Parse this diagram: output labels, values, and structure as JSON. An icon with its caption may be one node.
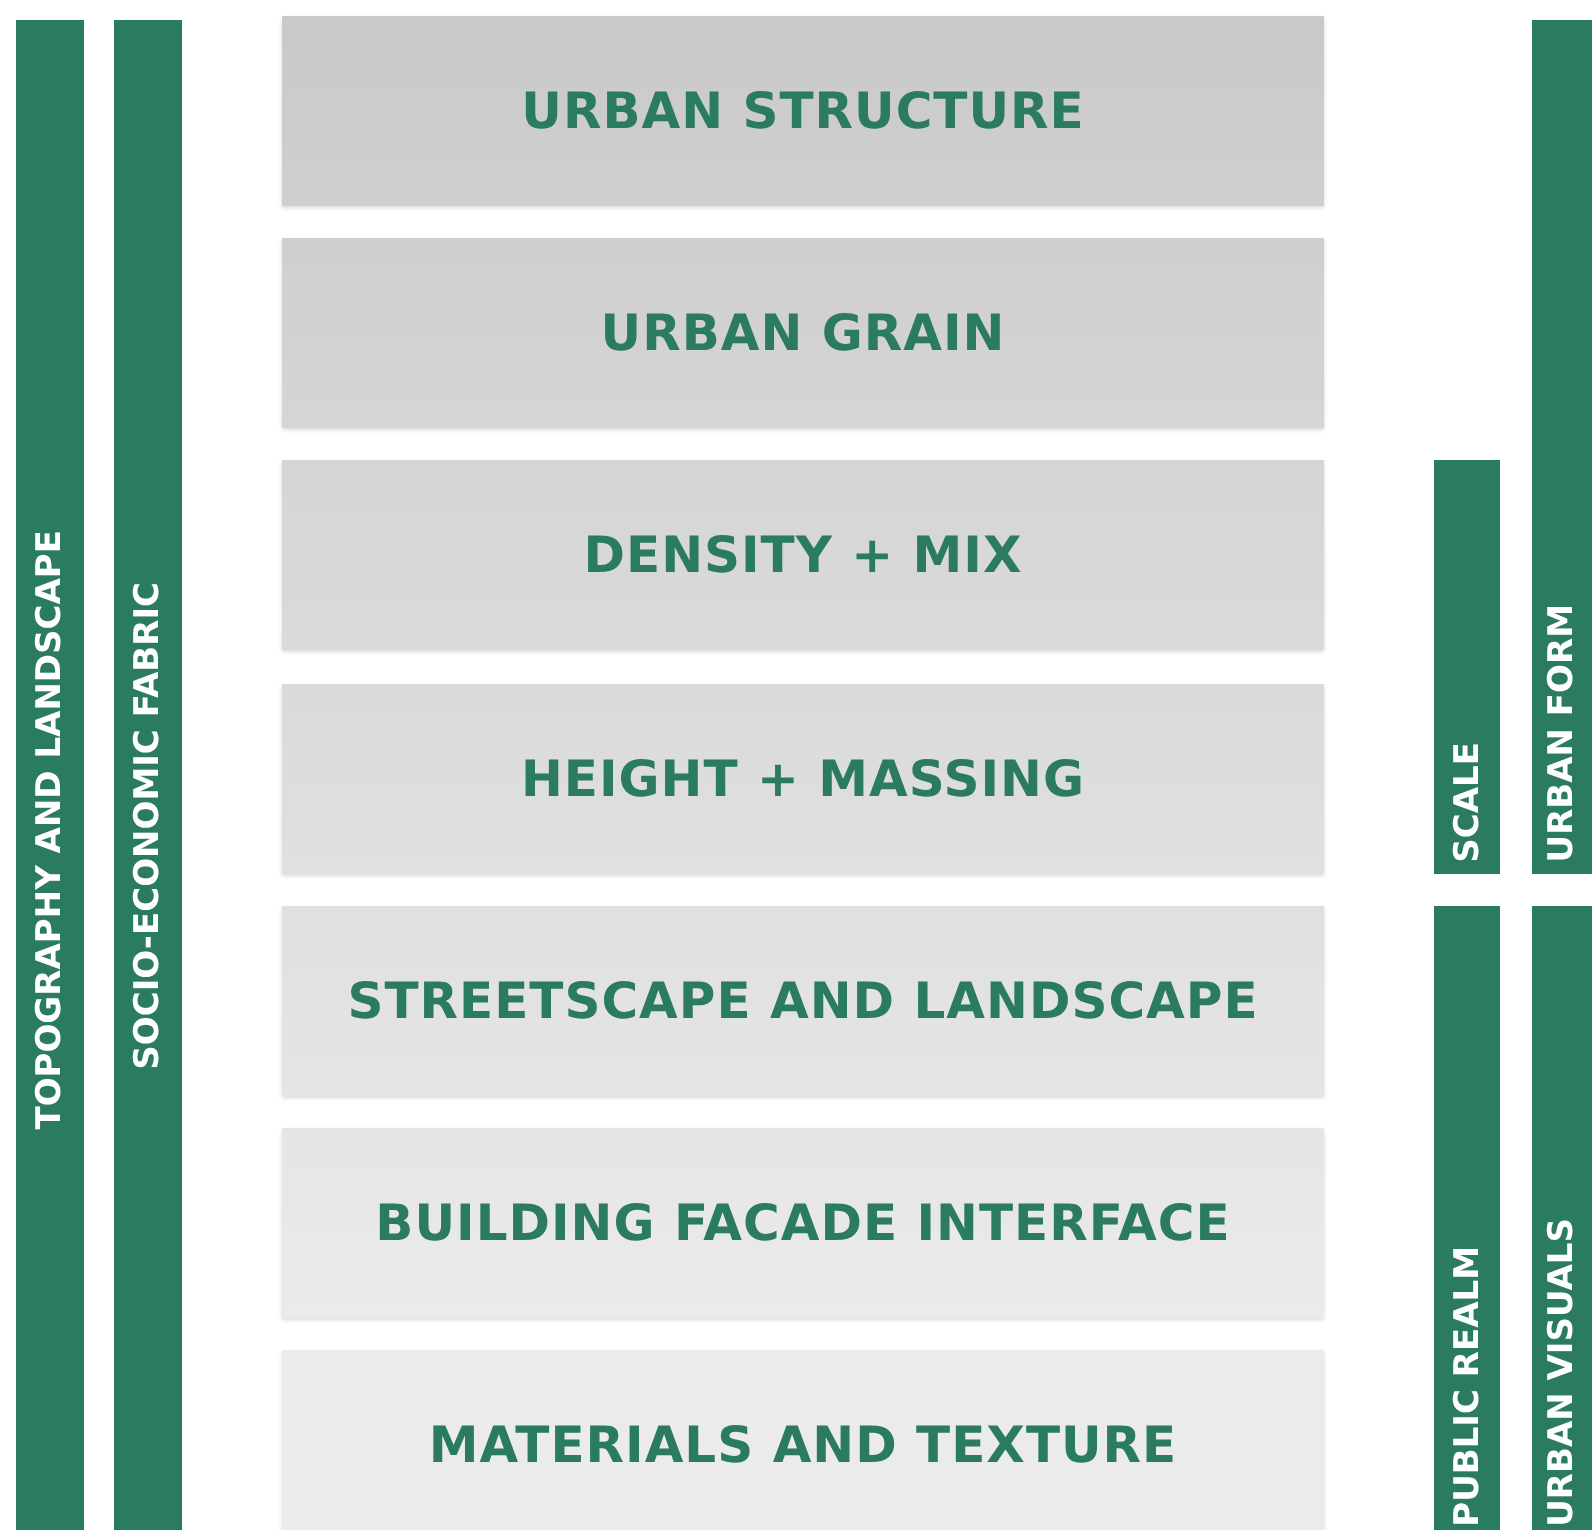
{
  "diagram": {
    "nodes": [
      {
        "text": [
          "TOPOGRAPHY AND LANDSCAPE"
        ]
      },
      {
        "text": [
          "SOCIO-ECONOMIC FABRIC"
        ]
      },
      {
        "text": [
          "URBAN STRUCTURE"
        ]
      },
      {
        "text": [
          "URBAN GRAIN"
        ]
      },
      {
        "text": [
          "DENSITY + MIX"
        ]
      },
      {
        "text": [
          "HEIGHT + MASSING"
        ]
      },
      {
        "text": [
          "STREETSCAPE AND LANDSCAPE"
        ]
      },
      {
        "text": [
          "BUILDING FACADE INTERFACE"
        ]
      },
      {
        "text": [
          "MATERIALS AND TEXTURE"
        ]
      },
      {
        "text": [
          "SCALE"
        ]
      },
      {
        "text": [
          "URBAN FORM"
        ]
      },
      {
        "text": [
          "PUBLIC REALM"
        ]
      },
      {
        "text": [
          "URBAN VISUALS"
        ]
      }
    ]
  }
}
